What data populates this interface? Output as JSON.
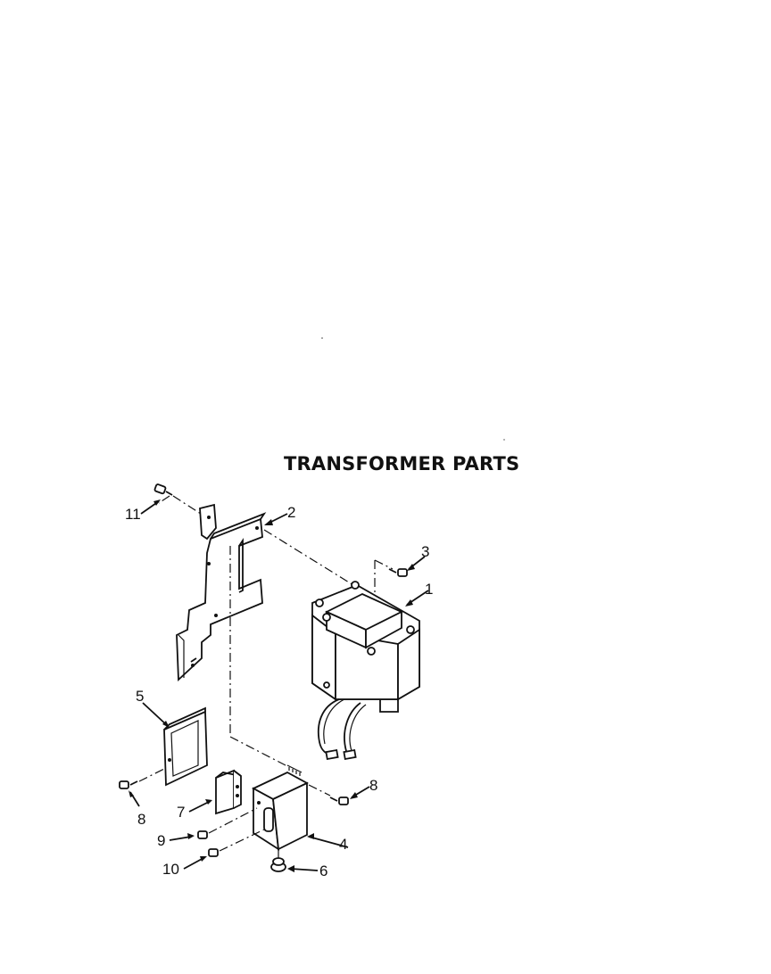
{
  "title": "TRANSFORMER PARTS",
  "callouts": {
    "c1": "1",
    "c2": "2",
    "c3": "3",
    "c4": "4",
    "c5": "5",
    "c6": "6",
    "c7": "7",
    "c8a": "8",
    "c8b": "8",
    "c9": "9",
    "c10": "10",
    "c11": "11"
  }
}
